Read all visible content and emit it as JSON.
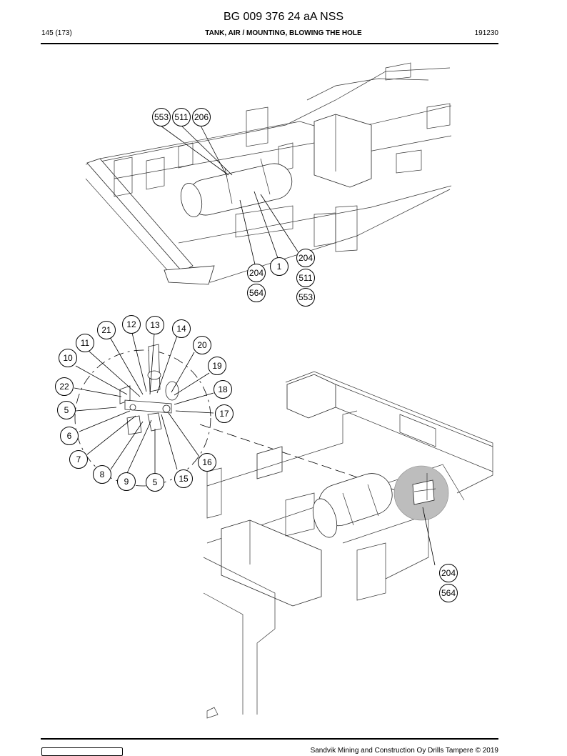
{
  "document": {
    "title": "BG 009 376 24 aA NSS",
    "page": "145 (173)",
    "section": "TANK, AIR / MOUNTING, BLOWING THE HOLE",
    "code": "191230",
    "footer": "Sandvik Mining and Construction Oy Drills Tampere © 2019"
  },
  "callouts_top": [
    "553",
    "511",
    "206",
    "1",
    "204",
    "511",
    "553",
    "204",
    "564"
  ],
  "callouts_detail": [
    "21",
    "12",
    "13",
    "14",
    "11",
    "20",
    "10",
    "19",
    "22",
    "18",
    "5",
    "17",
    "6",
    "7",
    "16",
    "8",
    "9",
    "5",
    "15"
  ],
  "callouts_bottom": [
    "204",
    "564"
  ]
}
